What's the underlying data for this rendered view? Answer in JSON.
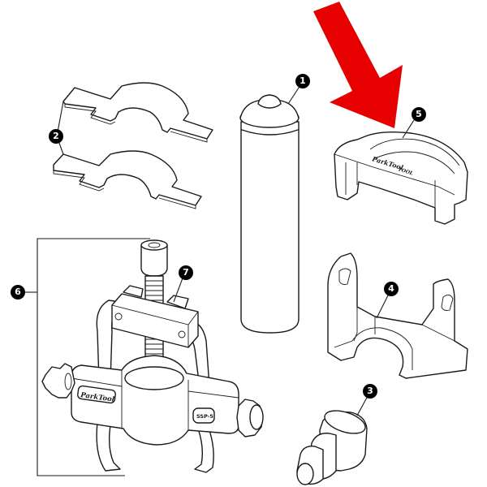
{
  "diagram": {
    "type": "exploded-parts-diagram",
    "background": "#ffffff",
    "line_color": "#1a1a1a",
    "highlight": {
      "shape": "arrow",
      "color": "#e60000",
      "points_to_part": "5"
    },
    "parts": [
      {
        "callout": "1",
        "name": "cylindrical-press-pin"
      },
      {
        "callout": "2",
        "name": "shim-plates-pair"
      },
      {
        "callout": "3",
        "name": "stepped-bushing-driver"
      },
      {
        "callout": "4",
        "name": "support-bracket"
      },
      {
        "callout": "5",
        "name": "c-shaped-cup"
      },
      {
        "callout": "6",
        "name": "puller-assembly"
      },
      {
        "callout": "7",
        "name": "crossbar-yoke"
      }
    ],
    "labels": {
      "brand_plate": "ParkTool",
      "cup_brand": "ParkTool",
      "cup_sub": "TOOL",
      "tool_code": "SSP-5"
    }
  }
}
